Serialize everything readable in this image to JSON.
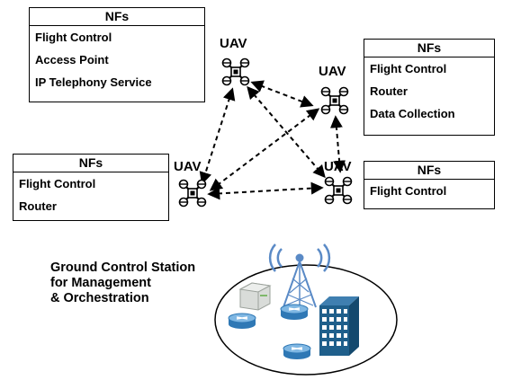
{
  "nf_boxes": [
    {
      "title": "NFs",
      "items": [
        "Flight Control",
        "Access Point",
        "IP Telephony Service"
      ]
    },
    {
      "title": "NFs",
      "items": [
        "Flight Control",
        "Router",
        "Data Collection"
      ]
    },
    {
      "title": "NFs",
      "items": [
        "Flight Control",
        "Router"
      ]
    },
    {
      "title": "NFs",
      "items": [
        "Flight Control"
      ]
    }
  ],
  "uavs": [
    {
      "label": "UAV",
      "icon": "drone-icon"
    },
    {
      "label": "UAV",
      "icon": "drone-icon"
    },
    {
      "label": "UAV",
      "icon": "drone-icon"
    },
    {
      "label": "UAV",
      "icon": "drone-icon"
    }
  ],
  "links": [
    {
      "from": "uav-1",
      "to": "uav-2",
      "style": "dashed",
      "arrows": "both"
    },
    {
      "from": "uav-1",
      "to": "uav-3",
      "style": "dashed",
      "arrows": "both"
    },
    {
      "from": "uav-1",
      "to": "uav-4",
      "style": "dashed",
      "arrows": "both"
    },
    {
      "from": "uav-2",
      "to": "uav-3",
      "style": "dashed",
      "arrows": "both"
    },
    {
      "from": "uav-2",
      "to": "uav-4",
      "style": "dashed",
      "arrows": "both"
    },
    {
      "from": "uav-3",
      "to": "uav-4",
      "style": "dashed",
      "arrows": "both"
    }
  ],
  "ground_station": {
    "lines": [
      "Ground Control Station",
      "for Management",
      "& Orchestration"
    ],
    "icons": [
      "antenna-tower-icon",
      "server-icon",
      "router-icon",
      "building-icon"
    ]
  },
  "colors": {
    "stroke": "#000000",
    "router_blue": "#4a90c8",
    "building_blue": "#1f5f8b",
    "antenna_blue": "#5a8ac6"
  }
}
